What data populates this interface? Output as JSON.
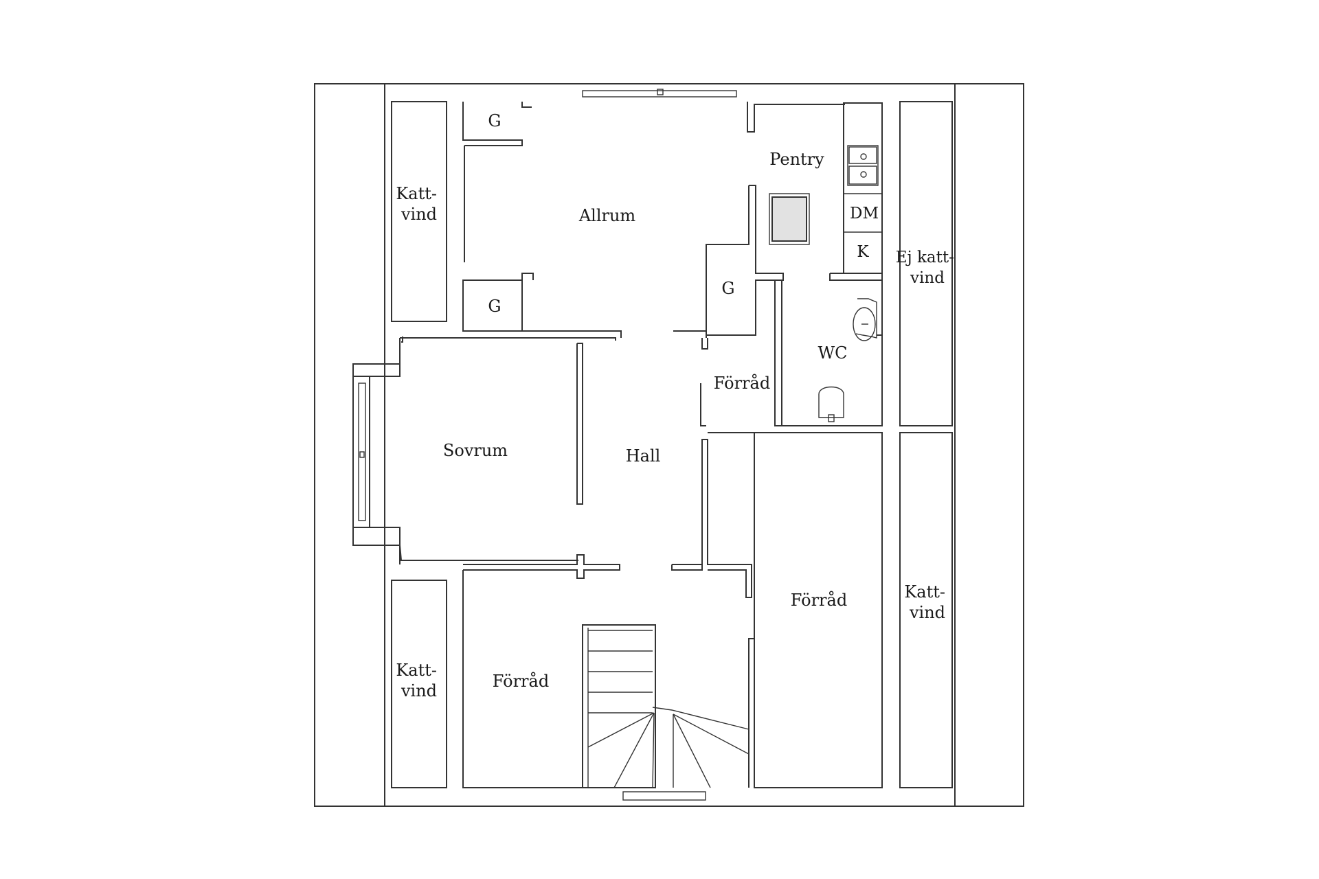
{
  "labels": {
    "katt_vind_top_left": [
      "Katt-",
      "vind"
    ],
    "katt_vind_bottom_left": [
      "Katt-",
      "vind"
    ],
    "ej_katt_vind": [
      "Ej katt-",
      "vind"
    ],
    "katt_vind_right": [
      "Katt-",
      "vind"
    ],
    "allrum": "Allrum",
    "pentry": "Pentry",
    "g_top": "G",
    "g_mid_left": "G",
    "g_right": "G",
    "dm": "DM",
    "k": "K",
    "wc": "WC",
    "forrad_small": "Förråd",
    "sovrum": "Sovrum",
    "hall": "Hall",
    "forrad_right": "Förråd",
    "forrad_bottom_left": "Förråd"
  },
  "colors": {
    "line": "#333333",
    "appliance_fill": "#e2e2e2",
    "background": "#ffffff"
  }
}
